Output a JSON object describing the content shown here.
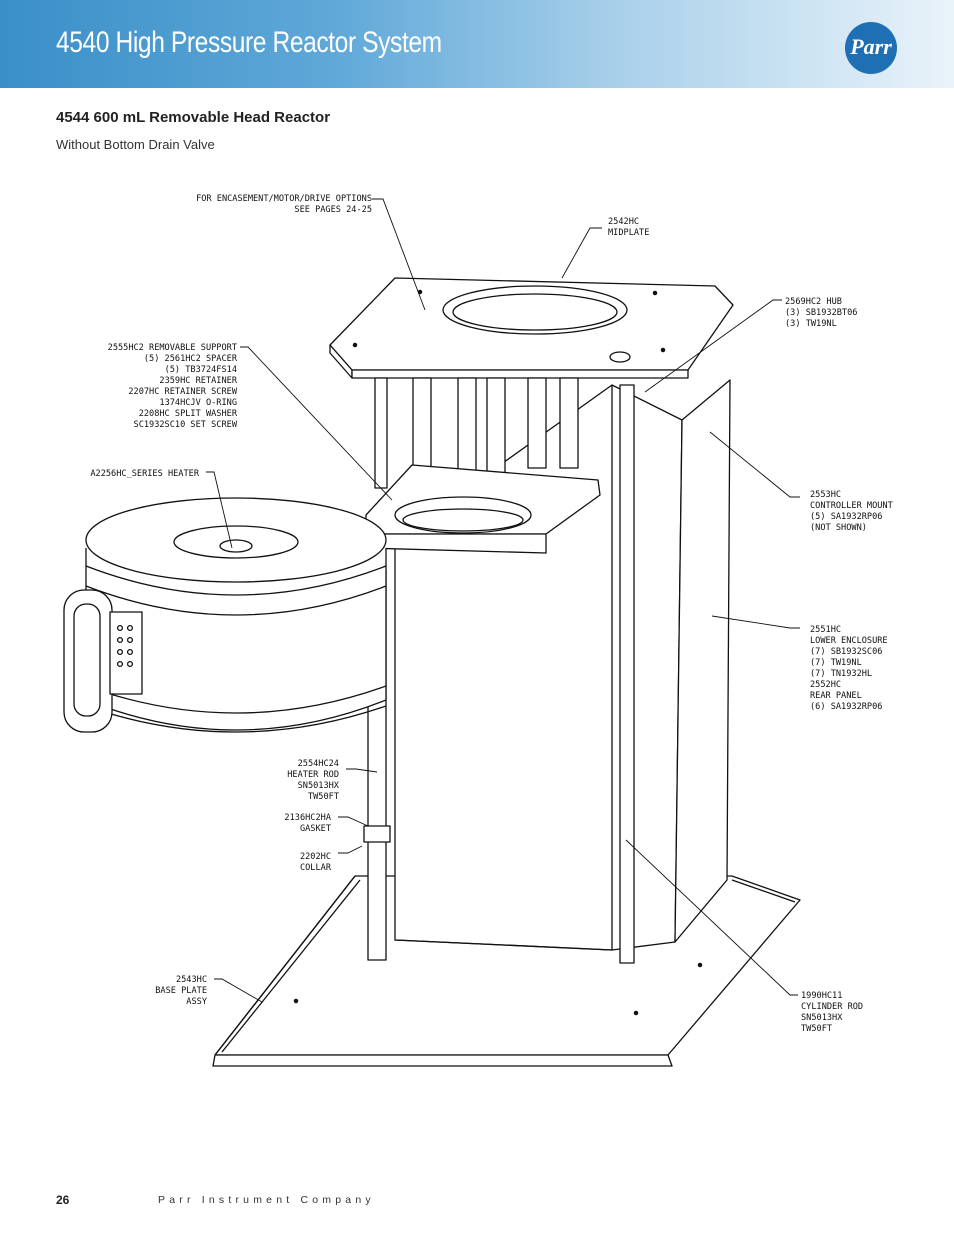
{
  "header": {
    "title": "4540 High Pressure Reactor System",
    "logo_text": "Parr",
    "gradient_colors": [
      "#3a8fc8",
      "#e9f3fa"
    ]
  },
  "section": {
    "title": "4544 600 mL Removable Head Reactor",
    "subtitle": "Without Bottom Drain Valve"
  },
  "callouts": {
    "encasement": [
      "FOR ENCASEMENT/MOTOR/DRIVE OPTIONS",
      "SEE PAGES 24-25"
    ],
    "midplate": [
      "2542HC",
      "MIDPLATE"
    ],
    "hub": [
      "2569HC2 HUB",
      "(3) SB1932BT06",
      "(3) TW19NL"
    ],
    "support": [
      "2555HC2 REMOVABLE SUPPORT",
      "(5) 2561HC2 SPACER",
      "(5) TB3724FS14",
      "2359HC RETAINER",
      "2207HC RETAINER SCREW",
      "1374HCJV O-RING",
      "2208HC SPLIT WASHER",
      "SC1932SC10 SET SCREW"
    ],
    "heater": [
      "A2256HC_SERIES HEATER"
    ],
    "controller_mount": [
      "2553HC",
      "CONTROLLER MOUNT",
      "(5) SA1932RP06",
      "(NOT SHOWN)"
    ],
    "enclosure": [
      "2551HC",
      "LOWER ENCLOSURE",
      "(7) SB1932SC06",
      "(7) TW19NL",
      "(7) TN1932HL",
      "2552HC",
      "REAR PANEL",
      "(6) SA1932RP06"
    ],
    "heater_rod": [
      "2554HC24",
      "HEATER ROD",
      "SN5013HX",
      "TW50FT"
    ],
    "gasket": [
      "2136HC2HA",
      "GASKET"
    ],
    "collar": [
      "2202HC",
      "COLLAR"
    ],
    "base_plate": [
      "2543HC",
      "BASE PLATE",
      "ASSY"
    ],
    "cylinder_rod": [
      "1990HC11",
      "CYLINDER ROD",
      "SN5013HX",
      "TW50FT"
    ]
  },
  "footer": {
    "page_number": "26",
    "company": "Parr Instrument Company"
  }
}
